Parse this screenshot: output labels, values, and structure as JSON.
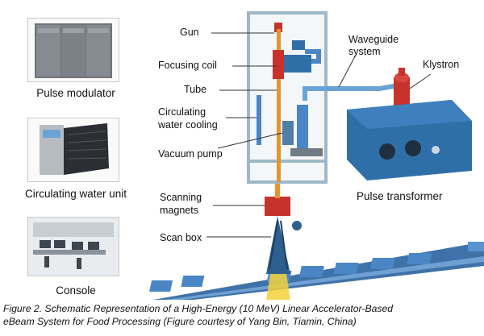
{
  "thumbnails": {
    "pulse_modulator": "Pulse modulator",
    "circulating_water_unit": "Circulating water unit",
    "console": "Console"
  },
  "labels": {
    "gun": "Gun",
    "focusing_coil": "Focusing coil",
    "tube": "Tube",
    "circulating_water_cooling_1": "Circulating",
    "circulating_water_cooling_2": "water cooling",
    "vacuum_pump": "Vacuum pump",
    "scanning_magnets_1": "Scanning",
    "scanning_magnets_2": "magnets",
    "scan_box": "Scan box",
    "waveguide_system_1": "Waveguide",
    "waveguide_system_2": "system",
    "klystron": "Klystron",
    "pulse_transformer": "Pulse transformer"
  },
  "caption": {
    "line1": "Figure 2. Schematic Representation of a High-Energy (10 MeV) Linear Accelerator-Based",
    "line2": "eBeam System for Food Processing (Figure courtesy of Yang Bin, Tiamin, China)"
  },
  "colors": {
    "frame": "#9fb7c8",
    "tube_orange": "#e5952a",
    "red_component": "#c8322c",
    "blue_equipment": "#2f6fa8",
    "conveyor": "#4a86c6",
    "beam": "#f3d23a"
  }
}
